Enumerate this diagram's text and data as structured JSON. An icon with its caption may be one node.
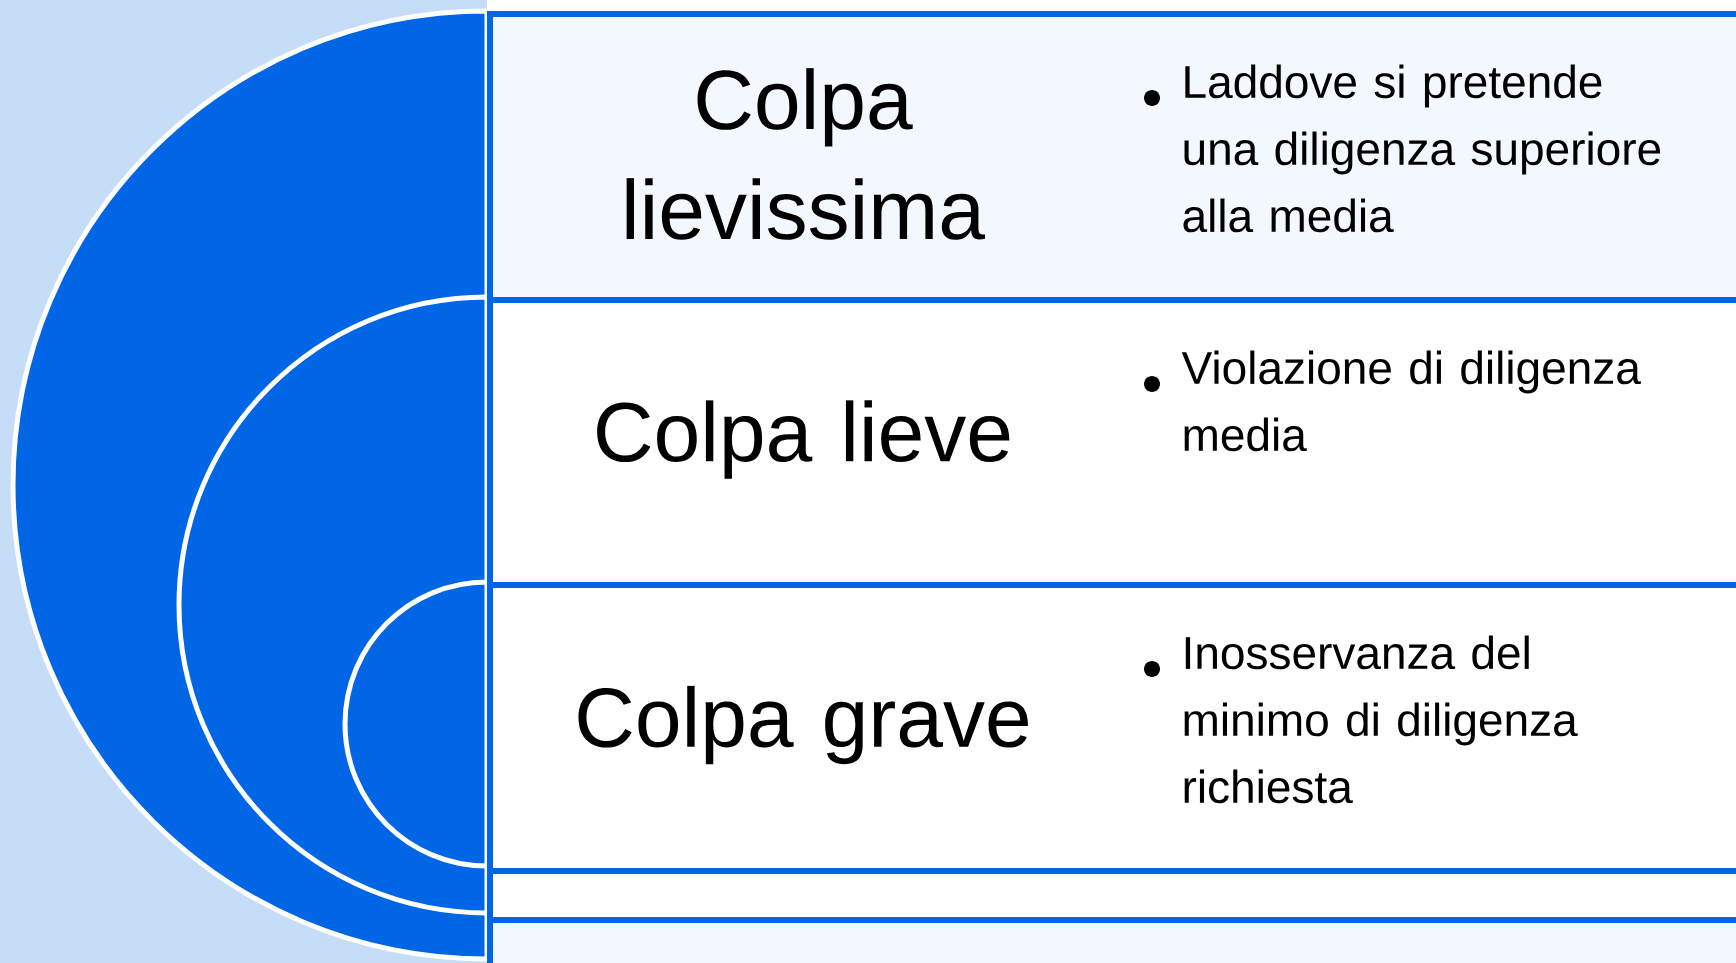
{
  "diagram": {
    "nodes": [
      {
        "text": [
          "Colpa lievissima",
          "Laddove si pretende una diligenza superiore alla media"
        ]
      },
      {
        "text": [
          "Colpa lieve",
          "Violazione di diligenza media"
        ]
      },
      {
        "text": [
          "Colpa grave",
          "Inosservanza del minimo di diligenza richiesta"
        ]
      },
      {
        "text": [],
        "shape": "box"
      },
      {
        "text": [],
        "shape": "box"
      }
    ]
  }
}
